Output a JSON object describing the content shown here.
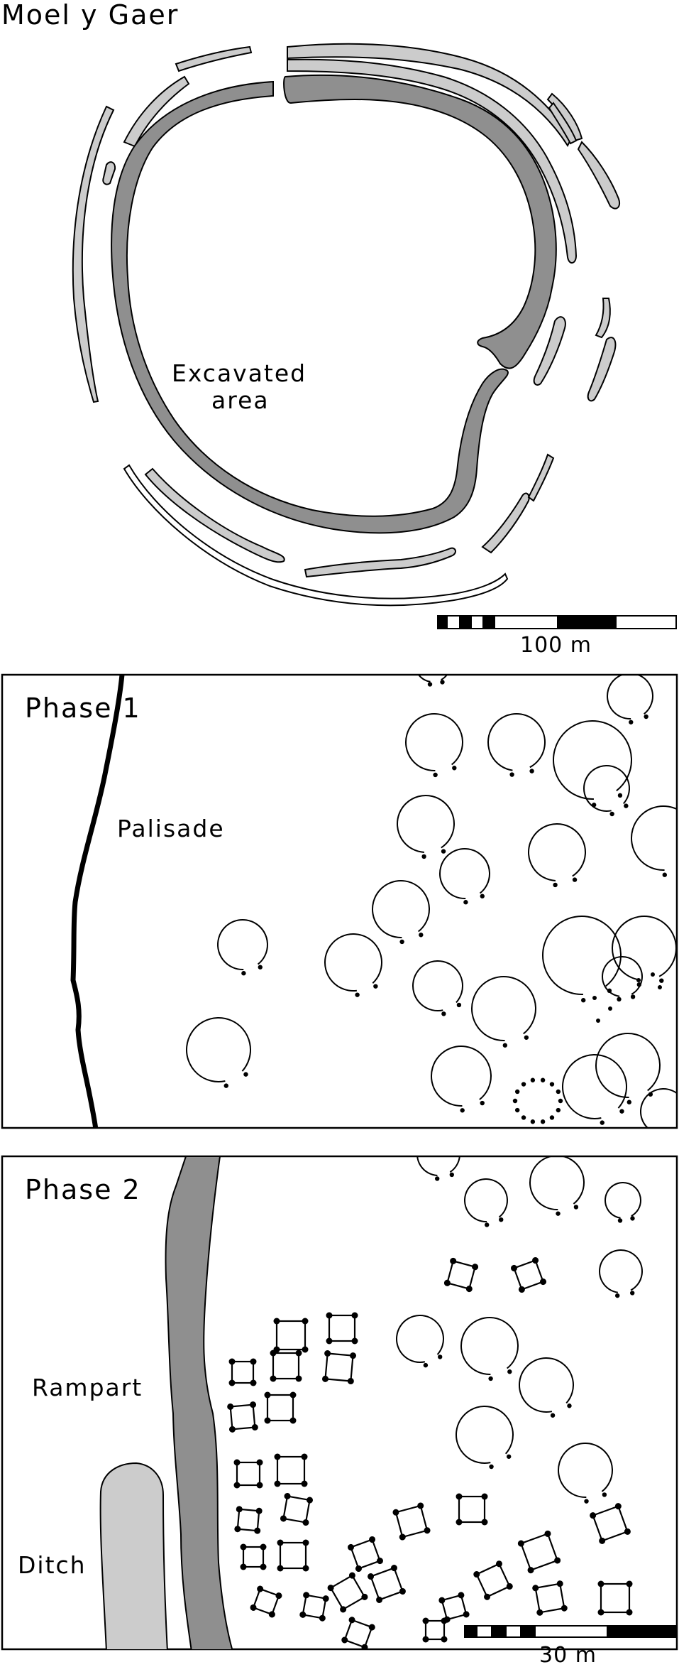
{
  "map_title": "Moel y Gaer",
  "excavated_label": {
    "line1": "Excavated",
    "line2": "area"
  },
  "top_scale": {
    "label": "100 m"
  },
  "phase1": {
    "title": "Phase 1",
    "palisade_label": "Palisade"
  },
  "phase2": {
    "title": "Phase 2",
    "rampart_label": "Rampart",
    "ditch_label": "Ditch"
  },
  "bottom_scale": {
    "label": "30 m"
  },
  "colors": {
    "dark_rampart": "#8f8f8f",
    "light_rampart": "#cccccc",
    "ditch_fill": "#cccccc",
    "line": "#000000",
    "background": "#ffffff"
  }
}
